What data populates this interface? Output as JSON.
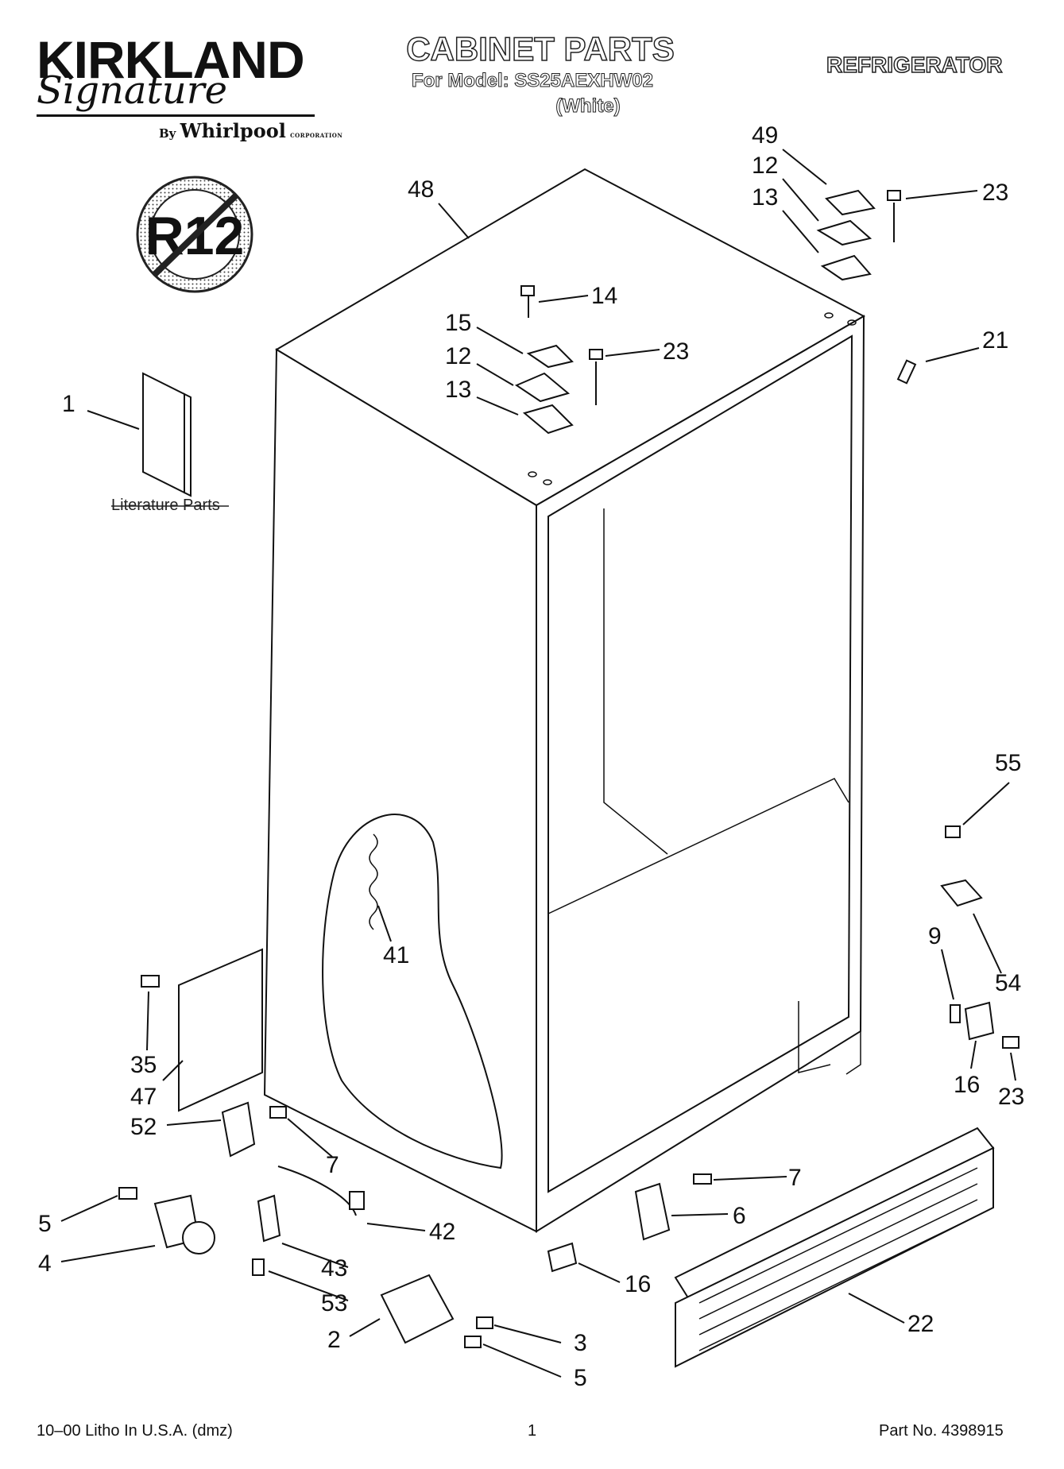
{
  "header": {
    "brand_name": "KIRKLAND",
    "brand_script": "Signature",
    "by": "By",
    "maker": "Whirlpool",
    "maker_sub": "CORPORATION",
    "title": "CABINET PARTS",
    "subtitle": "For Model: SS25AEXHW02",
    "variant": "(White)",
    "category": "REFRIGERATOR",
    "badge": "R12"
  },
  "literature_label": "Literature Parts",
  "callouts": [
    {
      "id": "c48",
      "text": "48"
    },
    {
      "id": "c49",
      "text": "49"
    },
    {
      "id": "c12a",
      "text": "12"
    },
    {
      "id": "c13a",
      "text": "13"
    },
    {
      "id": "c23a",
      "text": "23"
    },
    {
      "id": "c14",
      "text": "14"
    },
    {
      "id": "c15",
      "text": "15"
    },
    {
      "id": "c23b",
      "text": "23"
    },
    {
      "id": "c12b",
      "text": "12"
    },
    {
      "id": "c13b",
      "text": "13"
    },
    {
      "id": "c21",
      "text": "21"
    },
    {
      "id": "c1",
      "text": "1"
    },
    {
      "id": "c55",
      "text": "55"
    },
    {
      "id": "c54",
      "text": "54"
    },
    {
      "id": "c9",
      "text": "9"
    },
    {
      "id": "c16a",
      "text": "16"
    },
    {
      "id": "c23c",
      "text": "23"
    },
    {
      "id": "c41",
      "text": "41"
    },
    {
      "id": "c35",
      "text": "35"
    },
    {
      "id": "c47",
      "text": "47"
    },
    {
      "id": "c52",
      "text": "52"
    },
    {
      "id": "c7a",
      "text": "7"
    },
    {
      "id": "c7b",
      "text": "7"
    },
    {
      "id": "c6",
      "text": "6"
    },
    {
      "id": "c5a",
      "text": "5"
    },
    {
      "id": "c4",
      "text": "4"
    },
    {
      "id": "c42",
      "text": "42"
    },
    {
      "id": "c43",
      "text": "43"
    },
    {
      "id": "c53",
      "text": "53"
    },
    {
      "id": "c16b",
      "text": "16"
    },
    {
      "id": "c22",
      "text": "22"
    },
    {
      "id": "c2",
      "text": "2"
    },
    {
      "id": "c3",
      "text": "3"
    },
    {
      "id": "c5b",
      "text": "5"
    }
  ],
  "footer": {
    "left": "10–00 Litho In U.S.A. (dmz)",
    "center": "1",
    "right": "Part No. 4398915"
  }
}
